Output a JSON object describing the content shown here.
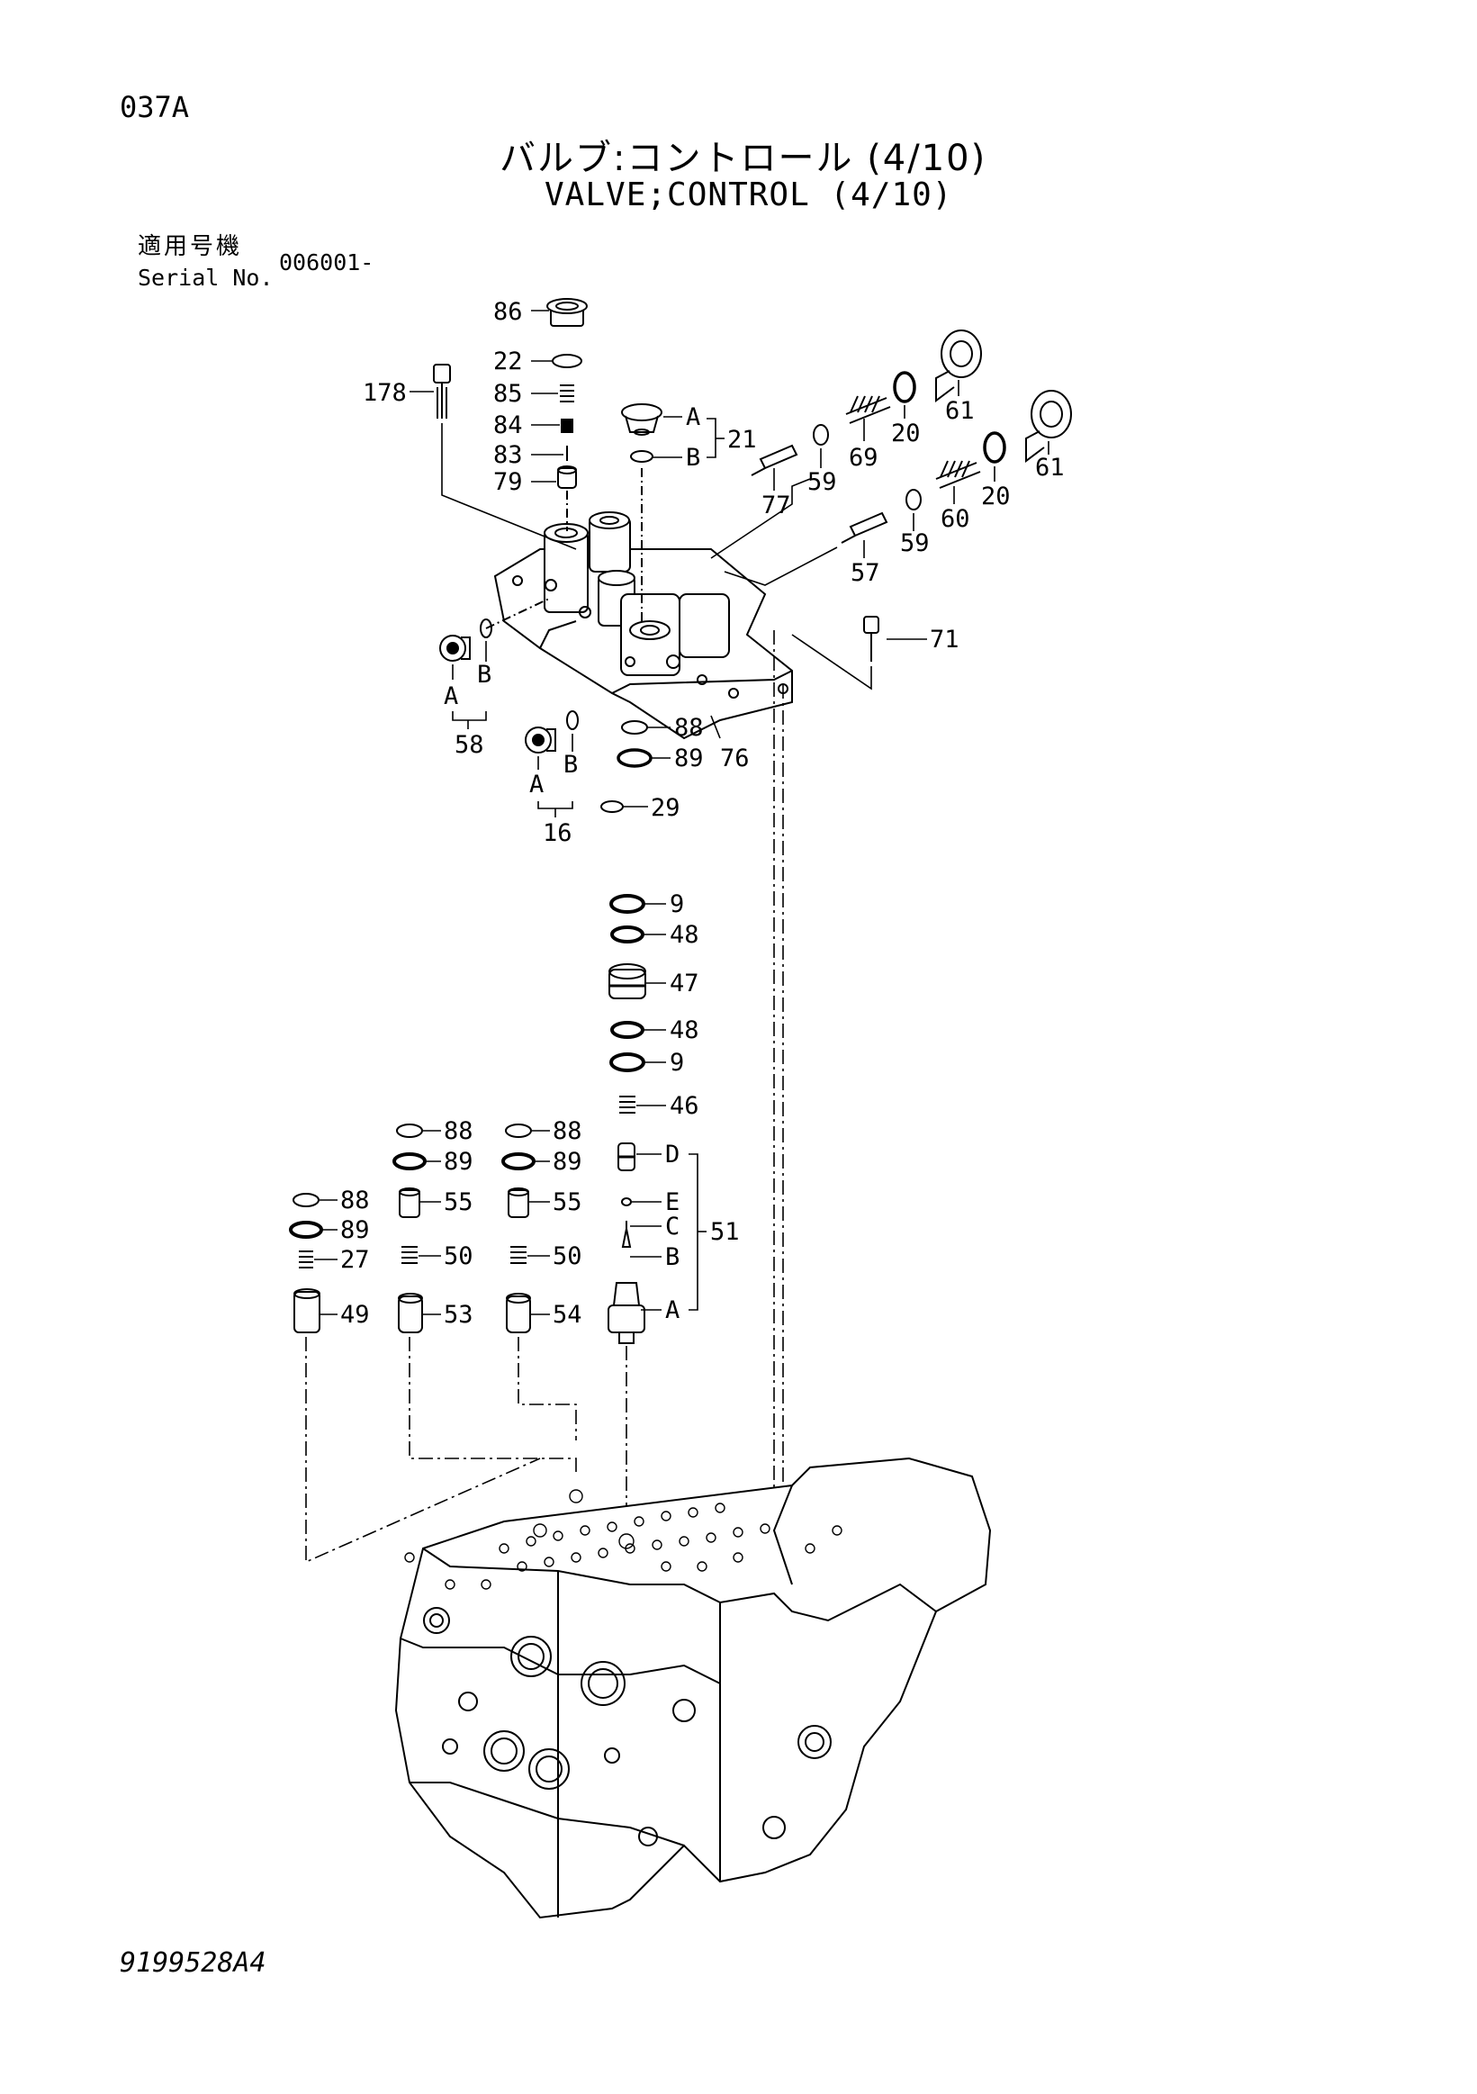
{
  "header": {
    "page_code": "037A",
    "title_jp": "バルブ:コントロール (4/10)",
    "title_en": "VALVE;CONTROL (4/10)",
    "serial_label_jp": "適用号機",
    "serial_label_en": "Serial No.",
    "serial_value": "006001-"
  },
  "footer": {
    "doc_code": "9199528A4"
  },
  "callouts": {
    "p86": "86",
    "p22": "22",
    "p178": "178",
    "p85": "85",
    "p84": "84",
    "p83": "83",
    "p79": "79",
    "p21": "21",
    "p21a": "A",
    "p21b": "B",
    "p61a": "61",
    "p20a": "20",
    "p69": "69",
    "p59a": "59",
    "p77": "77",
    "p61b": "61",
    "p20b": "20",
    "p60": "60",
    "p59b": "59",
    "p57": "57",
    "p71": "71",
    "p58": "58",
    "p58a": "A",
    "p58b": "B",
    "p16": "16",
    "p16a": "A",
    "p16b": "B",
    "p88a": "88",
    "p89a": "89",
    "p76": "76",
    "p29": "29",
    "p9a": "9",
    "p48a": "48",
    "p47": "47",
    "p48b": "48",
    "p9b": "9",
    "p46": "46",
    "p51": "51",
    "p51d": "D",
    "p51e": "E",
    "p51c": "C",
    "p51b": "B",
    "p51a": "A",
    "p88b": "88",
    "p89b": "89",
    "p55a": "55",
    "p50a": "50",
    "p53": "53",
    "p88c": "88",
    "p89c": "89",
    "p55b": "55",
    "p50b": "50",
    "p54": "54",
    "p88d": "88",
    "p89d": "89",
    "p27": "27",
    "p49": "49"
  }
}
